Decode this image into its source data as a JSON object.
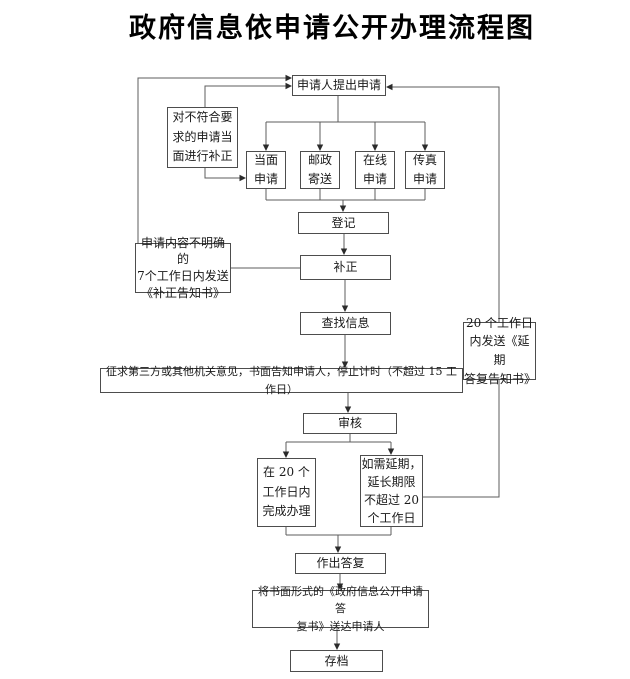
{
  "title": "政府信息依申请公开办理流程图",
  "nodes": {
    "apply": "申请人提出申请",
    "correct_onsite": "对不符合要\n求的申请当\n面进行补正",
    "in_person": "当面\n申请",
    "postal": "邮政\n寄送",
    "online": "在线\n申请",
    "fax": "传真\n申请",
    "register": "登记",
    "supplement_notice": "申请内容不明确的\n7个工作日内发送\n《补正告知书》",
    "supplement": "补正",
    "search": "查找信息",
    "extension_notice": "20 个工作日\n内发送《延期\n答复告知书》",
    "third_party": "征求第三方或其他机关意见，书面告知申请人，停止计时（不超过 15 工作日）",
    "review": "审核",
    "complete20": "在 20 个\n工作日内\n完成办理",
    "extension": "如需延期，\n延长期限\n不超过 20\n个工作日",
    "reply": "作出答复",
    "deliver": "将书面形式的《政府信息公开申请答\n复书》送达申请人",
    "archive": "存档"
  }
}
